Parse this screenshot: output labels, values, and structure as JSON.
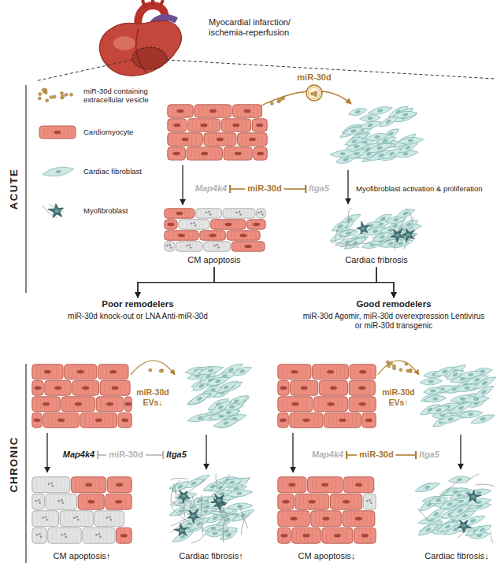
{
  "diagram": {
    "nodes": [
      {
        "text": [
          "CM apoptosis"
        ]
      },
      {
        "text": [
          "Cardiac fribrosis"
        ]
      },
      {
        "text": [
          "Poor remodelers",
          "miR-30d knock-out or LNA Anti-miR-30d"
        ]
      },
      {
        "text": [
          "Good remodelers",
          "miR-30d Agomir, miR-30d overexpression Lentivirus or miR-30d transgenic"
        ]
      },
      {
        "text": [
          "CM apoptosis↑"
        ]
      },
      {
        "text": [
          "Cardiac fibrosis↑"
        ]
      },
      {
        "text": [
          "CM apoptosis↓"
        ]
      },
      {
        "text": [
          "Cardiac fibrosis↓"
        ]
      }
    ],
    "edges": [
      {
        "from": 0,
        "to": 2,
        "arrow": "to"
      },
      {
        "from": 1,
        "to": 2,
        "arrow": "to"
      },
      {
        "from": 0,
        "to": 3,
        "arrow": "to"
      },
      {
        "from": 1,
        "to": 3,
        "arrow": "to"
      }
    ],
    "labels": [
      "Myocardial infarction/ ischemia-reperfusion",
      "ACUTE",
      "miR-30d",
      "Map4k4",
      "miR-30d",
      "Itga5",
      "Myofibroblast activation & proliferation",
      "CHRONIC",
      "miR-30d EVs↓",
      "Map4k4",
      "miR-30d",
      "Itga5",
      "miR-30d EVs↑",
      "Map4k4",
      "miR-30d",
      "Itga5"
    ],
    "legend": [
      {
        "text": "miR-30d containing extracellular vesicle"
      },
      {
        "text": "Cardiomyocyte"
      },
      {
        "text": "Cardiac fibroblast"
      },
      {
        "text": "Myofibroblast"
      }
    ]
  }
}
